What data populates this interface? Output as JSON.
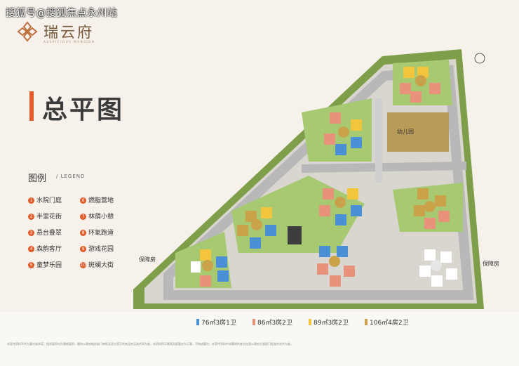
{
  "watermark": "搜狐号@搜狐焦点永州站",
  "brand": {
    "name": "瑞云府",
    "subtitle": "AUSPICIOUS MANSION"
  },
  "page_title": "总平图",
  "legend": {
    "title": "图例",
    "subtitle": "/ LEGEND",
    "items": [
      {
        "no": "1",
        "label": "水院门庭"
      },
      {
        "no": "2",
        "label": "半里花街"
      },
      {
        "no": "3",
        "label": "悬台叠翠"
      },
      {
        "no": "4",
        "label": "森韵客厅"
      },
      {
        "no": "5",
        "label": "童梦乐园"
      },
      {
        "no": "6",
        "label": "燃脂营地"
      },
      {
        "no": "7",
        "label": "林荫小憩"
      },
      {
        "no": "8",
        "label": "环氧跑道"
      },
      {
        "no": "9",
        "label": "游戏花园"
      },
      {
        "no": "10",
        "label": "斑斓大街"
      }
    ]
  },
  "map_labels": {
    "kindergarten": "幼儿园",
    "affordable_left": "保障房",
    "affordable_right": "保障房"
  },
  "units": [
    {
      "label": "76㎡3房1卫",
      "color": "#4a90d6"
    },
    {
      "label": "86㎡3房2卫",
      "color": "#e8927c"
    },
    {
      "label": "89㎡3房2卫",
      "color": "#f2c53d"
    },
    {
      "label": "106㎡4房2卫",
      "color": "#c9a24a"
    }
  ],
  "colors": {
    "accent": "#e35b2b",
    "grass": "#8fbf5a",
    "road": "#b9b9b9",
    "paving": "#e7e4de"
  },
  "disclaimer": "本宣传资料不作为要约或承诺，相关面积均为建筑面积，最终以政府相关部门审批及双方签订的商品房买卖合同为准，本资料所示景观及配套仅为示意，不构成要约；本宣传资料中未载明的其它信息以政府主管部门批准的文件为准。"
}
